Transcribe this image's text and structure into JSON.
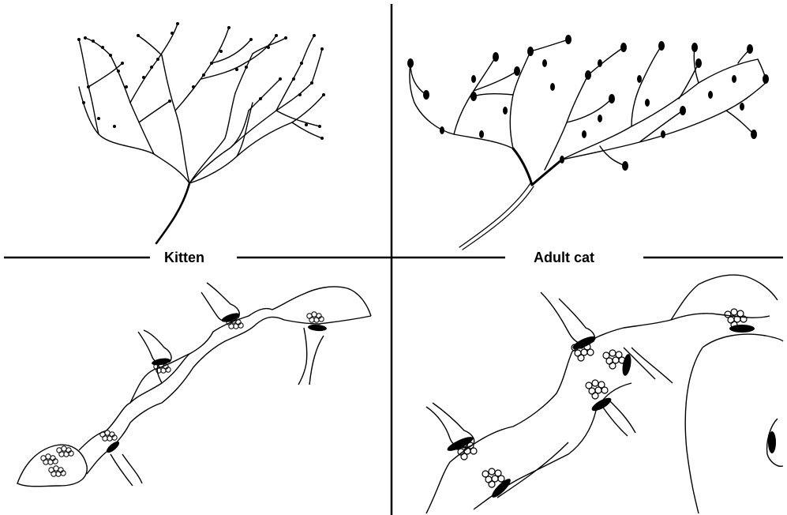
{
  "figure": {
    "panels": [
      {
        "id": "kitten",
        "label": "Kitten"
      },
      {
        "id": "adult",
        "label": "Adult cat"
      }
    ],
    "ink_color": "#000000",
    "background_color": "#ffffff"
  }
}
